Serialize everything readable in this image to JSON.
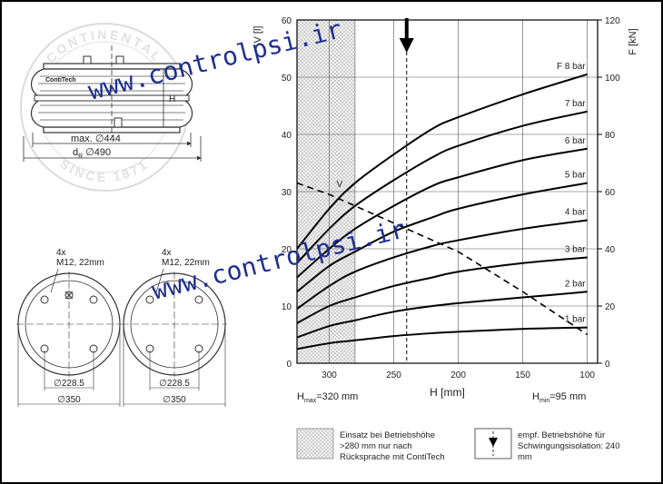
{
  "watermark": "www.controlpsi.ir",
  "stamp": {
    "top_text": "CONTINENTAL",
    "bottom_text": "SINCE 1871"
  },
  "product_drawing": {
    "brand_label": "ContiTech",
    "height_label": "H",
    "dim_max_prefix": "max.",
    "dim_max_value": "∅444",
    "dim_dr_prefix": "d",
    "dim_dr_subscript": "R",
    "dim_dr_value": "∅490"
  },
  "flange_views": [
    {
      "bolt_count": "4x",
      "bolt_spec": "M12, 22mm",
      "bolt_circle": "∅228.5",
      "outer_dia": "∅350"
    },
    {
      "bolt_count": "4x",
      "bolt_spec": "M12, 22mm",
      "bolt_circle": "∅228.5",
      "outer_dia": "∅350"
    }
  ],
  "legend": {
    "hatch_text_1": "Einsatz bei Betriebshöhe",
    "hatch_text_2": ">280 mm nur nach",
    "hatch_text_3": "Rücksprache mit ContiTech",
    "arrow_text_1": "empf. Betriebshöhe für",
    "arrow_text_2": "Schwingungsisolation: 240",
    "arrow_text_3": "mm"
  },
  "chart_data": {
    "type": "line",
    "xlabel": "H [mm]",
    "y_left_label": "V [l]",
    "y_right_label": "F [kN]",
    "x_reversed": true,
    "xlim": [
      325,
      92
    ],
    "ylim_left": [
      0,
      60
    ],
    "ylim_right": [
      0,
      120
    ],
    "x_ticks": [
      300,
      250,
      200,
      150,
      100
    ],
    "y_left_ticks": [
      0,
      10,
      20,
      30,
      40,
      50,
      60
    ],
    "y_right_ticks": [
      0,
      20,
      40,
      60,
      80,
      100,
      120
    ],
    "grid": true,
    "h_max_prefix": "H",
    "h_max_sub": "max",
    "h_max_value": "=320 mm",
    "h_min_prefix": "H",
    "h_min_sub": "min",
    "h_min_value": "=95 mm",
    "hatched_region_x": [
      325,
      280
    ],
    "recommended_height": 240,
    "recommended_line_color": "#000000",
    "volume_series": {
      "name": "V",
      "axis": "left",
      "style": "dashed",
      "x": [
        325,
        300,
        250,
        200,
        150,
        100
      ],
      "y": [
        31.5,
        29.5,
        24.5,
        19.5,
        12.5,
        5.0
      ]
    },
    "series": [
      {
        "name": "F 8 bar",
        "axis": "right",
        "x": [
          325,
          300,
          280,
          250,
          220,
          200,
          150,
          100
        ],
        "y": [
          40,
          54,
          63,
          73,
          82,
          86,
          94,
          101
        ]
      },
      {
        "name": "7 bar",
        "axis": "right",
        "x": [
          325,
          300,
          280,
          250,
          220,
          200,
          150,
          100
        ],
        "y": [
          35,
          47,
          55,
          64,
          72,
          76,
          83,
          88
        ]
      },
      {
        "name": "6 bar",
        "axis": "right",
        "x": [
          325,
          300,
          280,
          250,
          220,
          200,
          150,
          100
        ],
        "y": [
          30,
          40,
          47,
          55,
          62,
          65,
          71,
          75
        ]
      },
      {
        "name": "5 bar",
        "axis": "right",
        "x": [
          325,
          300,
          280,
          250,
          220,
          200,
          150,
          100
        ],
        "y": [
          25,
          34,
          39,
          46,
          51,
          54,
          59,
          63
        ]
      },
      {
        "name": "4 bar",
        "axis": "right",
        "x": [
          325,
          300,
          280,
          250,
          220,
          200,
          150,
          100
        ],
        "y": [
          19,
          27,
          32,
          37,
          41,
          43,
          47,
          50
        ]
      },
      {
        "name": "3 bar",
        "axis": "right",
        "x": [
          325,
          300,
          280,
          250,
          220,
          200,
          150,
          100
        ],
        "y": [
          14,
          20,
          23,
          27,
          30,
          32,
          35,
          37
        ]
      },
      {
        "name": "2 bar",
        "axis": "right",
        "x": [
          325,
          300,
          280,
          250,
          220,
          200,
          150,
          100
        ],
        "y": [
          9,
          13,
          15,
          18,
          20,
          21,
          23,
          25
        ]
      },
      {
        "name": "1 bar",
        "axis": "right",
        "x": [
          325,
          300,
          280,
          250,
          220,
          200,
          150,
          100
        ],
        "y": [
          5,
          7,
          8,
          9.5,
          10.5,
          11,
          12,
          12.5
        ]
      }
    ]
  }
}
